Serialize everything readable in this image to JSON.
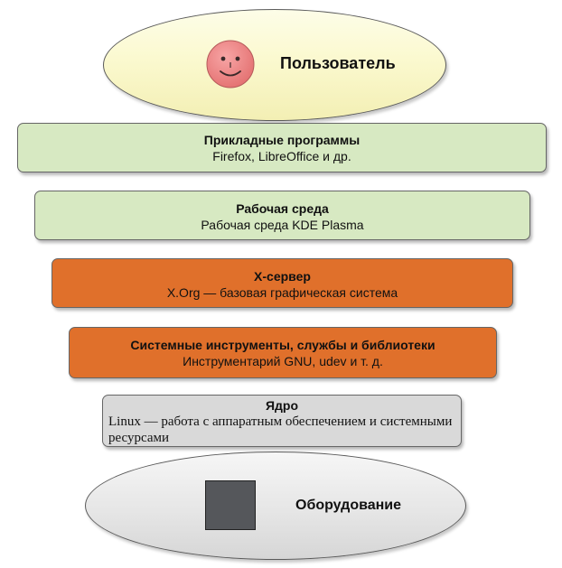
{
  "user": {
    "label": "Пользователь",
    "icon": "smiley-face-icon",
    "ellipse_color": "#fbf9cf",
    "face_color": "#f18a8a"
  },
  "layers": [
    {
      "title": "Прикладные программы",
      "subtitle": "Firefox, LibreOffice и др.",
      "color": "#d7e9c2"
    },
    {
      "title": "Рабочая среда",
      "subtitle": "Рабочая среда KDE Plasma",
      "color": "#d7e9c2"
    },
    {
      "title": "X-сервер",
      "subtitle": "X.Org — базовая графическая система",
      "color": "#e0702b"
    },
    {
      "title": "Системные инструменты, службы и библиотеки",
      "subtitle": "Инструментарий GNU, udev и т. д.",
      "color": "#e0702b"
    },
    {
      "title": "Ядро",
      "subtitle": "Linux — работа с аппаратным обеспечением и системными ресурсами",
      "color": "#d9d9d9"
    }
  ],
  "hardware": {
    "label": "Оборудование",
    "icon": "hardware-box-icon",
    "ellipse_color": "#e6e6e6",
    "box_color": "#55575b"
  }
}
